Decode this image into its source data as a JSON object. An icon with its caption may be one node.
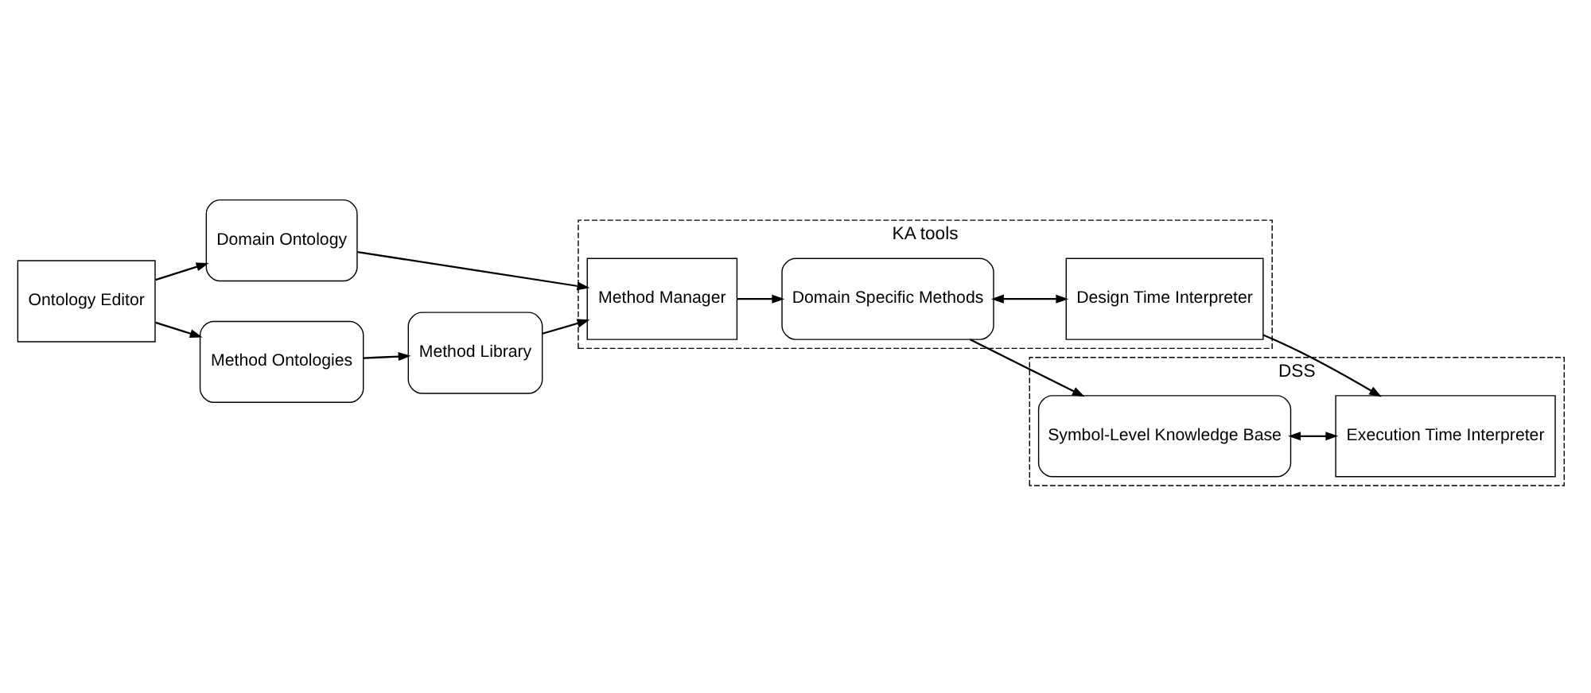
{
  "diagram": {
    "nodes": [
      {
        "text": [
          "KA tools"
        ]
      },
      {
        "text": [
          "DSS"
        ]
      },
      {
        "text": [
          "Ontology Editor"
        ]
      },
      {
        "text": [
          "Domain Ontology"
        ]
      },
      {
        "text": [
          "Method Ontologies"
        ]
      },
      {
        "text": [
          "Method Library"
        ]
      },
      {
        "text": [
          "Method Manager"
        ],
        "in": 0
      },
      {
        "text": [
          "Domain Specific Methods"
        ],
        "in": 0
      },
      {
        "text": [
          "Design Time Interpreter"
        ],
        "in": 0
      },
      {
        "text": [
          "Symbol-Level Knowledge Base"
        ],
        "in": 1
      },
      {
        "text": [
          "Execution Time Interpreter"
        ],
        "in": 1
      }
    ],
    "edges": [
      {
        "from": 2,
        "to": 3,
        "arrow": "to"
      },
      {
        "from": 2,
        "to": 4,
        "arrow": "to"
      },
      {
        "from": 3,
        "to": 6,
        "arrow": "to"
      },
      {
        "from": 4,
        "to": 5,
        "arrow": "to"
      },
      {
        "from": 5,
        "to": 6,
        "arrow": "to"
      },
      {
        "from": 6,
        "to": 7,
        "arrow": "to"
      },
      {
        "from": 7,
        "to": 9,
        "arrow": "to"
      },
      {
        "from": 7,
        "to": 8,
        "arrow": "both"
      },
      {
        "from": 9,
        "to": 10,
        "arrow": "both"
      },
      {
        "from": 8,
        "to": 10,
        "arrow": "to"
      }
    ]
  }
}
